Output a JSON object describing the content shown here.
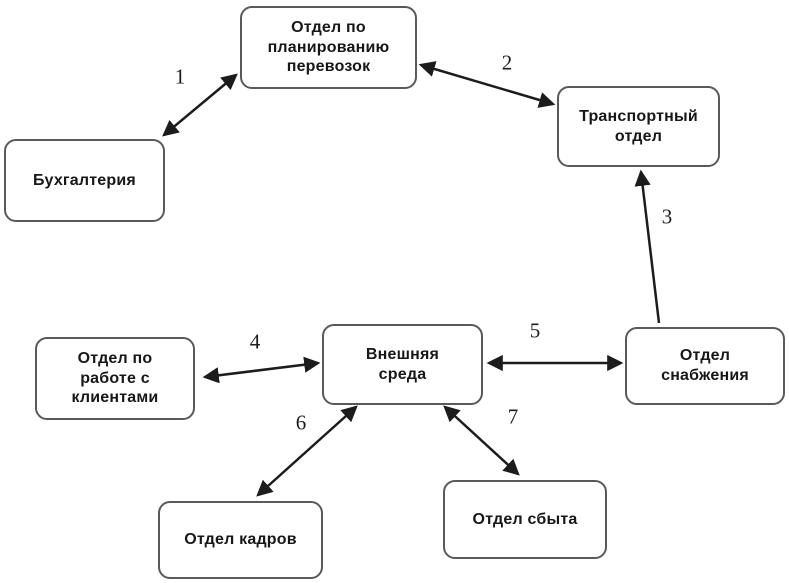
{
  "diagram": {
    "title": "Organizational interaction diagram",
    "colors": {
      "arrow": "#1c1c1c",
      "box_border": "#595959",
      "box_fill": "#ffffff",
      "text": "#171717",
      "background": "#ffffff"
    },
    "nodes": [
      {
        "id": "planning",
        "label": "Отдел по\nпланированию\nперевозок"
      },
      {
        "id": "accounting",
        "label": "Бухгалтерия"
      },
      {
        "id": "transport",
        "label": "Транспортный\nотдел"
      },
      {
        "id": "clients",
        "label": "Отдел по\nработе с\nклиентами"
      },
      {
        "id": "environment",
        "label": "Внешняя\nсреда"
      },
      {
        "id": "supply",
        "label": "Отдел\nснабжения"
      },
      {
        "id": "hr",
        "label": "Отдел кадров"
      },
      {
        "id": "sales",
        "label": "Отдел сбыта"
      }
    ],
    "edges": [
      {
        "label": "1",
        "from": "accounting",
        "to": "planning",
        "bidirectional": true
      },
      {
        "label": "2",
        "from": "planning",
        "to": "transport",
        "bidirectional": true
      },
      {
        "label": "3",
        "from": "supply",
        "to": "transport",
        "bidirectional": false
      },
      {
        "label": "4",
        "from": "clients",
        "to": "environment",
        "bidirectional": true
      },
      {
        "label": "5",
        "from": "environment",
        "to": "supply",
        "bidirectional": true
      },
      {
        "label": "6",
        "from": "environment",
        "to": "hr",
        "bidirectional": true
      },
      {
        "label": "7",
        "from": "environment",
        "to": "sales",
        "bidirectional": true
      }
    ]
  }
}
